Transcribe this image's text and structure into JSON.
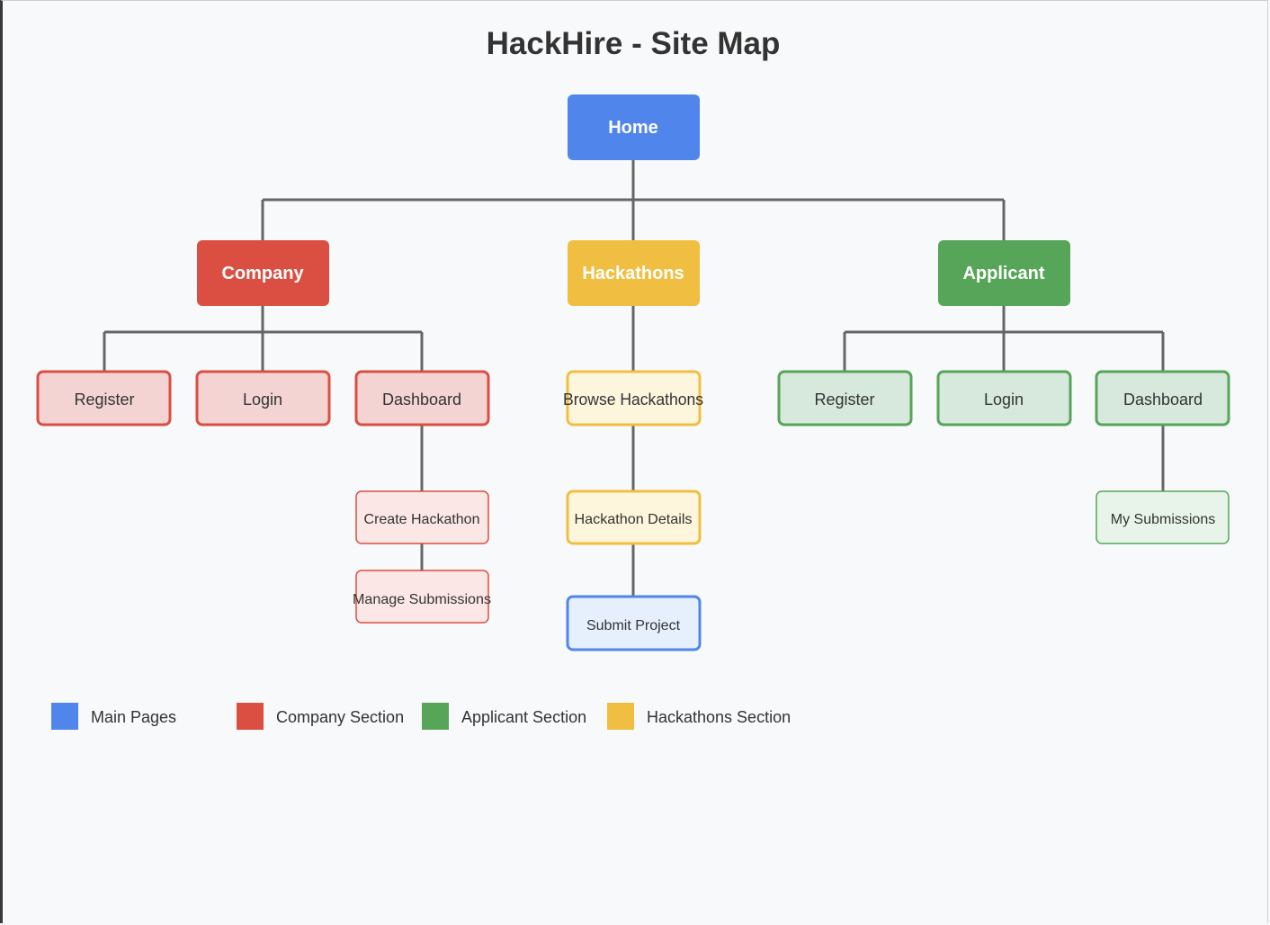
{
  "title": "HackHire - Site Map",
  "colors": {
    "main": "#5086ec",
    "company": "#db4f42",
    "hackathons": "#f0bf42",
    "applicant": "#56a559",
    "connector": "#666666"
  },
  "nodes": {
    "home": "Home",
    "company": "Company",
    "hackathons": "Hackathons",
    "applicant": "Applicant",
    "company_register": "Register",
    "company_login": "Login",
    "company_dashboard": "Dashboard",
    "browse_hackathons": "Browse Hackathons",
    "applicant_register": "Register",
    "applicant_login": "Login",
    "applicant_dashboard": "Dashboard",
    "create_hackathon": "Create Hackathon",
    "manage_submissions": "Manage Submissions",
    "hackathon_details": "Hackathon Details",
    "submit_project": "Submit Project",
    "my_submissions": "My Submissions"
  },
  "legend": [
    {
      "label": "Main Pages",
      "color": "#5086ec"
    },
    {
      "label": "Company Section",
      "color": "#db4f42"
    },
    {
      "label": "Applicant Section",
      "color": "#56a559"
    },
    {
      "label": "Hackathons Section",
      "color": "#f0bf42"
    }
  ]
}
